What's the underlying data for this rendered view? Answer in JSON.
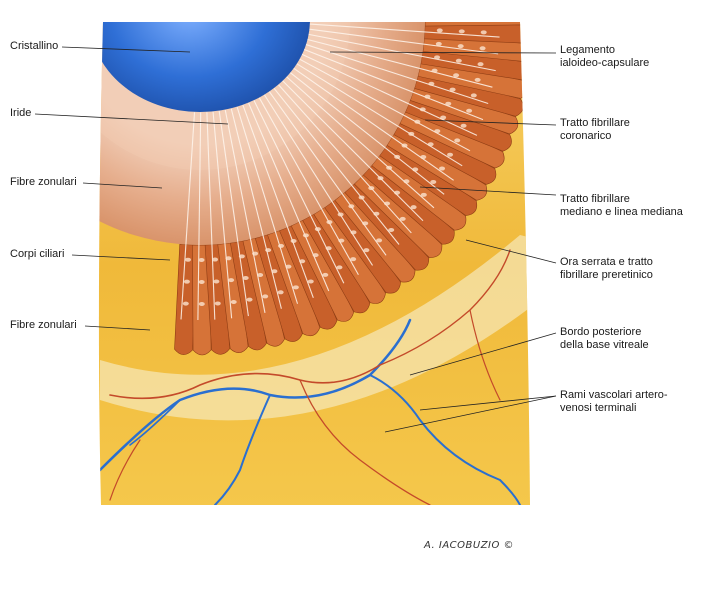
{
  "labels_left": {
    "cristallino": "Cristallino",
    "iride": "Iride",
    "fibre_zonulari_1": "Fibre zonulari",
    "corpi_ciliari": "Corpi ciliari",
    "fibre_zonulari_2": "Fibre zonulari"
  },
  "labels_right": {
    "legamento": "Legamento\nialoideo-capsulare",
    "tratto_coronarico": "Tratto fibrillare\ncoronarico",
    "tratto_mediano": "Tratto fibrillare\nmediano e linea mediana",
    "ora_serrata": "Ora serrata e tratto\nfibrillare preretinico",
    "bordo_posteriore": "Bordo posteriore\ndella base vitreale",
    "rami_vascolari": "Rami vascolari artero-\nvenosi terminali"
  },
  "signature": "A. IACOBUZIO ©",
  "colors": {
    "lens": "#2f6fd6",
    "iris": "#e8b89a",
    "ciliary": "#c9652f",
    "retina": "#f2c24a",
    "vessel": "#2a6fd0",
    "artery": "#c44a2a"
  }
}
